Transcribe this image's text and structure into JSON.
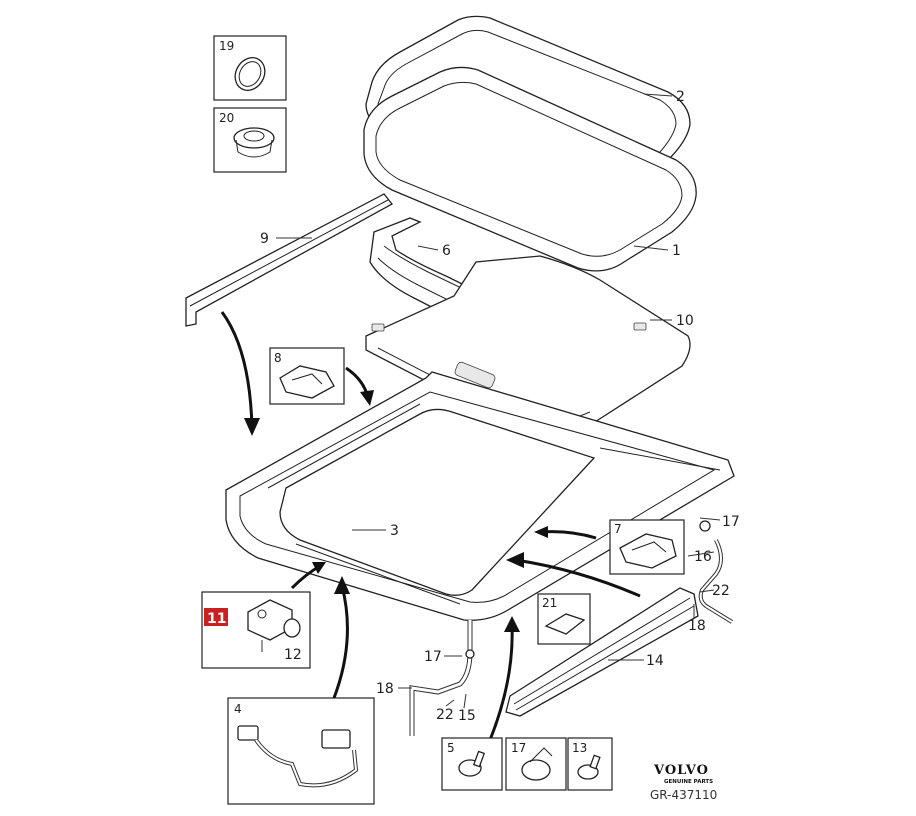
{
  "diagram": {
    "callouts": {
      "c1": "1",
      "c2": "2",
      "c3": "3",
      "c6": "6",
      "c9": "9",
      "c10": "10",
      "c12": "12",
      "c14": "14",
      "c15": "15",
      "c16": "16",
      "c17a": "17",
      "c17b": "17",
      "c18a": "18",
      "c18b": "18",
      "c22a": "22",
      "c22b": "22"
    },
    "boxes": {
      "b19": "19",
      "b20": "20",
      "b8": "8",
      "b7": "7",
      "b21": "21",
      "b11": "11",
      "b4": "4",
      "b5": "5",
      "b17": "17",
      "b13": "13"
    },
    "highlight_color": "#cc1f1f",
    "brand": {
      "name": "VOLVO",
      "tagline": "GENUINE PARTS"
    },
    "reference": "GR-437110"
  }
}
